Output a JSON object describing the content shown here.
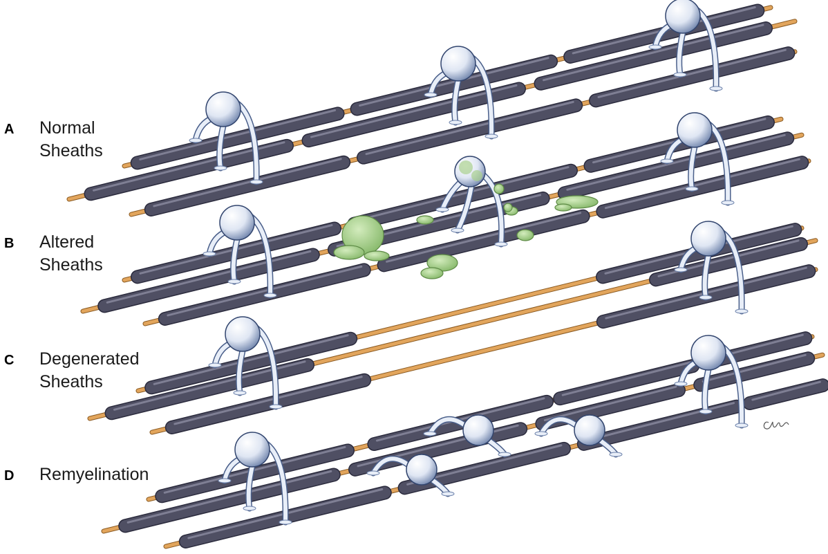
{
  "panels": [
    {
      "letter": "A",
      "title_lines": [
        "Normal",
        "Sheaths"
      ]
    },
    {
      "letter": "B",
      "title_lines": [
        "Altered",
        "Sheaths"
      ]
    },
    {
      "letter": "C",
      "title_lines": [
        "Degenerated",
        "Sheaths"
      ]
    },
    {
      "letter": "D",
      "title_lines": [
        "Remyelination"
      ]
    }
  ],
  "colors": {
    "myelin_sheath": "#4f4f63",
    "myelin_highlight": "#8f90a5",
    "axon": "#e2a55c",
    "oligodendrocyte": "#e8eef8",
    "oligodendrocyte_shade": "#7b8fb3",
    "damaged_myelin": "#a9d08f"
  },
  "icons": [
    "oligodendrocyte-icon",
    "myelin-sheath-icon",
    "axon-icon",
    "debris-icon"
  ]
}
